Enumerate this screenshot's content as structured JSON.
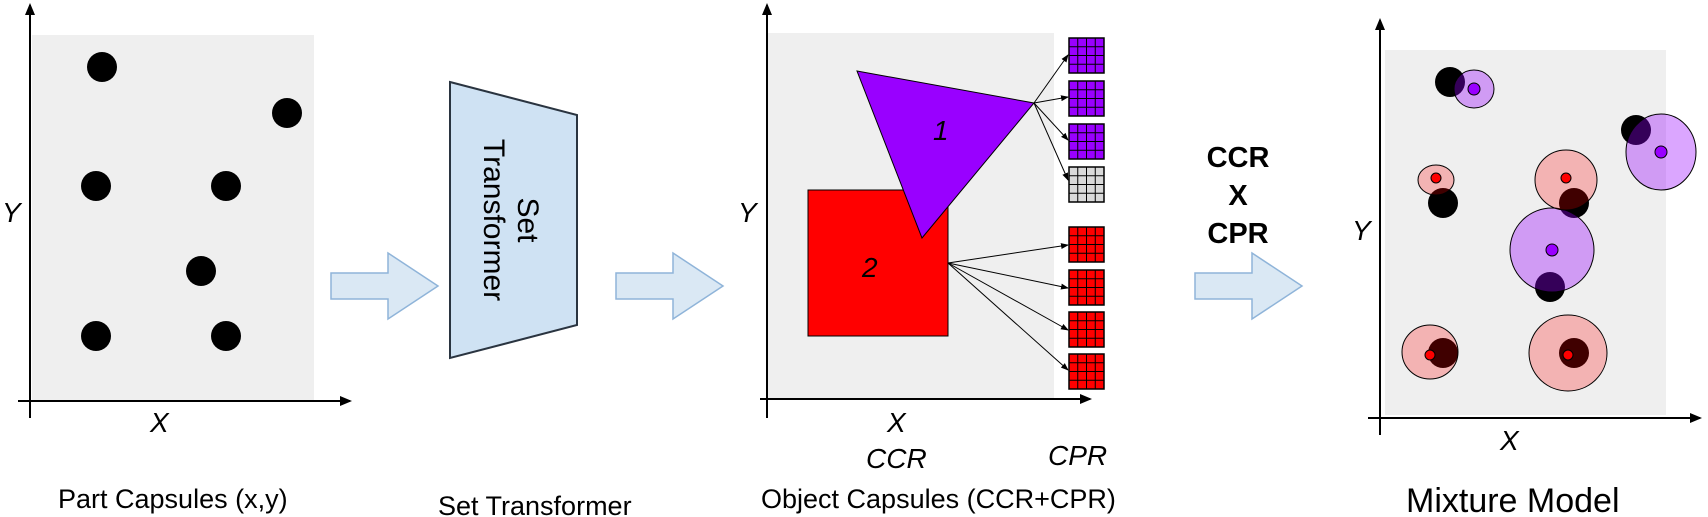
{
  "panel1": {
    "axis_x": "X",
    "axis_y": "Y",
    "caption": "Part Capsules (x,y)"
  },
  "panel2": {
    "box_label_line1": "Set",
    "box_label_line2": "Transformer",
    "caption": "Set Transformer"
  },
  "panel3": {
    "axis_x": "X",
    "axis_y": "Y",
    "triangle_label": "1",
    "square_label": "2",
    "ccr_label": "CCR",
    "cpr_label": "CPR",
    "caption": "Object Capsules (CCR+CPR)"
  },
  "operator": {
    "line1": "CCR",
    "line2": "X",
    "line3": "CPR"
  },
  "panel4": {
    "axis_x": "X",
    "axis_y": "Y",
    "caption": "Mixture Model"
  },
  "colors": {
    "panel_bg": "#efefef",
    "arrow_fill": "#dae8f4",
    "arrow_stroke": "#8fb4d9",
    "box_fill": "#cfe2f3",
    "box_stroke": "#2a3440",
    "purple": "#9900ff",
    "red": "#ff0000",
    "grid_grey": "#d9d9d9"
  }
}
